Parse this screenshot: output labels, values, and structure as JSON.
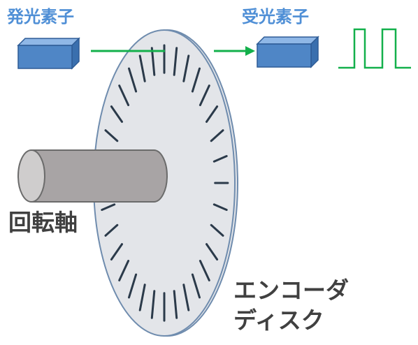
{
  "labels": {
    "emitter": "発光素子",
    "receiver": "受光素子",
    "shaft": "回転軸",
    "disk_line1": "エンコーダ",
    "disk_line2": "ディスク"
  },
  "colors": {
    "label_blue": "#4f8fd6",
    "label_dark": "#404040",
    "element_fill": "#4f86c6",
    "element_top": "#8fb7e6",
    "element_side": "#3a6fae",
    "element_edge": "#2e5c96",
    "beam": "#13b04b",
    "disk_fill": "#e3e5e9",
    "disk_edge": "#6f8cae",
    "slit": "#2b3a4a",
    "shaft": "#a8a4a5",
    "shaft_end": "#cfcdcd"
  },
  "disk": {
    "slit_count": 32
  }
}
